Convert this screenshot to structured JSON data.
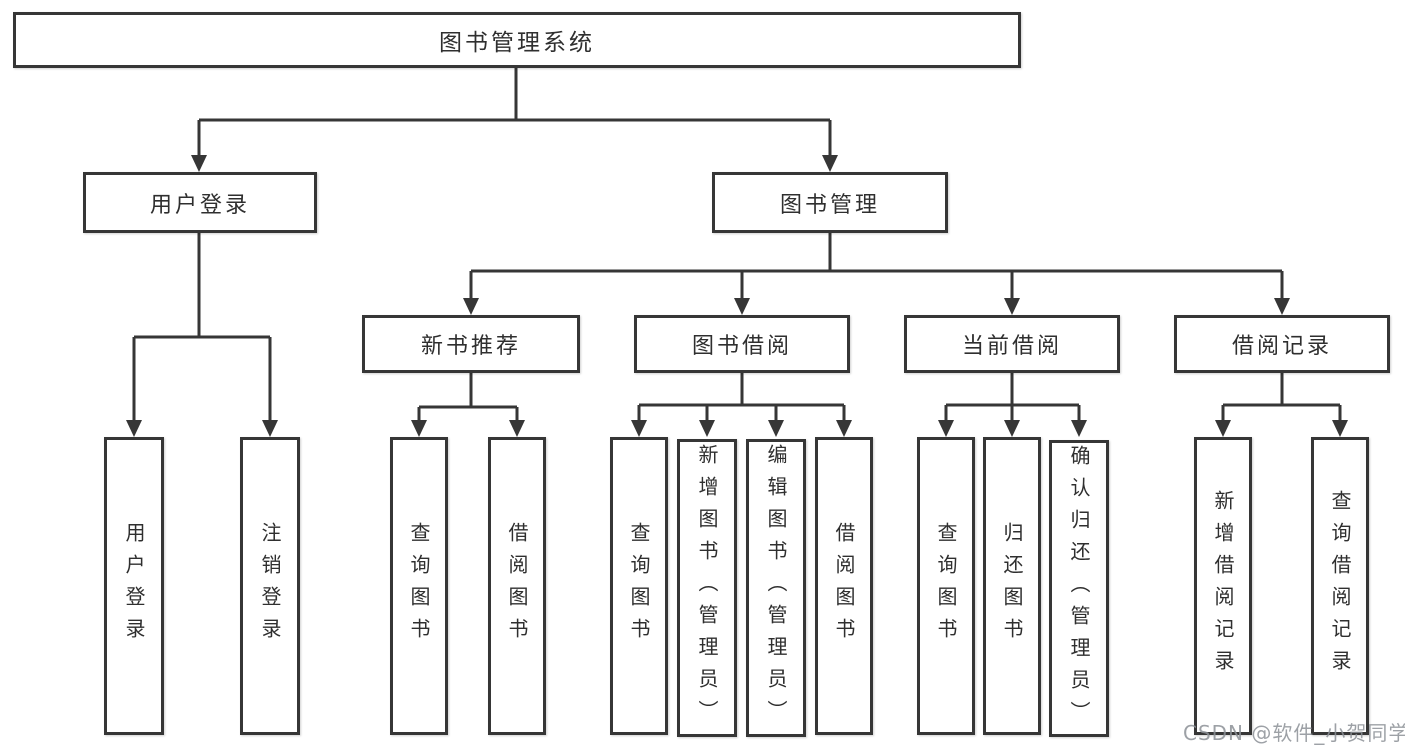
{
  "diagram": {
    "title": "图书管理系统",
    "branches": [
      {
        "label": "用户登录",
        "children": [
          "用户登录",
          "注销登录"
        ]
      },
      {
        "label": "图书管理",
        "sections": [
          {
            "label": "新书推荐",
            "children": [
              "查询图书",
              "借阅图书"
            ]
          },
          {
            "label": "图书借阅",
            "children": [
              "查询图书",
              "新增图书（管理员）",
              "编辑图书（管理员）",
              "借阅图书"
            ]
          },
          {
            "label": "当前借阅",
            "children": [
              "查询图书",
              "归还图书",
              "确认归还（管理员）"
            ]
          },
          {
            "label": "借阅记录",
            "children": [
              "新增借阅记录",
              "查询借阅记录"
            ]
          }
        ]
      }
    ]
  },
  "colors": {
    "box_border": "#363636",
    "box_fill": "#ffffff",
    "connector_line": "#363636",
    "label_text": "#2f2f2f",
    "watermark_text": "#8c9096",
    "background": "#ffffff"
  },
  "watermark": {
    "text": "CSDN @软件_小贺同学"
  }
}
